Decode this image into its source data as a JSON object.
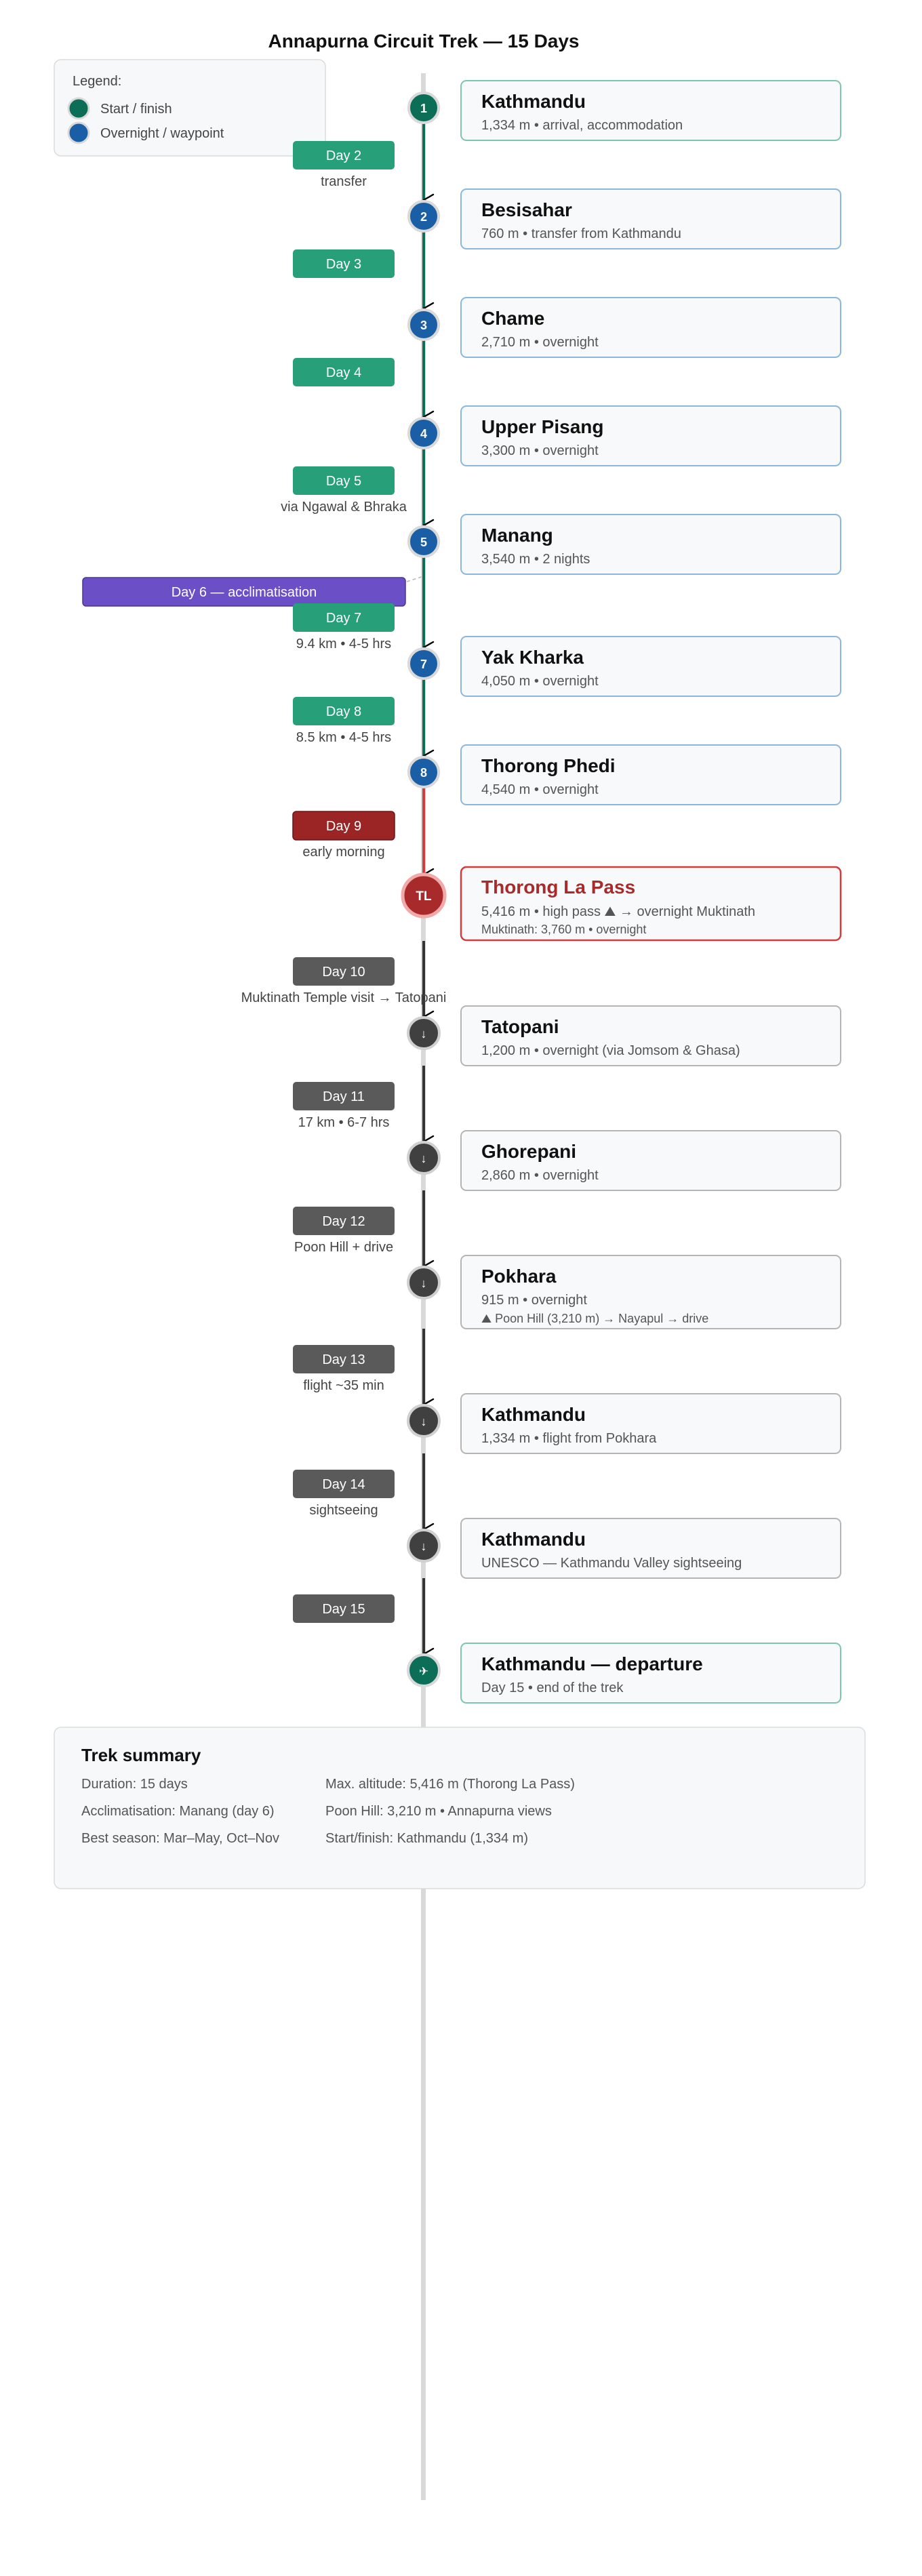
{
  "title": "Annapurna Circuit Trek — 15 Days",
  "legend": {
    "heading": "Legend:",
    "items": [
      {
        "label": "Start / finish",
        "color": "#0d6e57"
      },
      {
        "label": "Overnight / waypoint",
        "color": "#1a5fa5"
      }
    ]
  },
  "colors": {
    "green": "#0d6e57",
    "blue": "#1a5fa5",
    "red": "#a82a2a",
    "dark": "#404040",
    "pill_green": "#27a07a",
    "pill_red": "#9b2424",
    "pill_gray": "#5a5a5a",
    "pill_purple": "#6a4fc6"
  },
  "stops": [
    {
      "marker": "1",
      "type": "start",
      "name": "Kathmandu",
      "detail": "1,334 m • arrival, accommodation"
    },
    {
      "marker": "2",
      "type": "waypoint",
      "name": "Besisahar",
      "detail": "760 m • transfer from Kathmandu"
    },
    {
      "marker": "3",
      "type": "waypoint",
      "name": "Chame",
      "detail": "2,710 m • overnight"
    },
    {
      "marker": "4",
      "type": "waypoint",
      "name": "Upper Pisang",
      "detail": "3,300 m • overnight"
    },
    {
      "marker": "5",
      "type": "waypoint",
      "name": "Manang",
      "detail": "3,540 m • 2 nights"
    },
    {
      "marker": "7",
      "type": "waypoint",
      "name": "Yak Kharka",
      "detail": "4,050 m • overnight"
    },
    {
      "marker": "8",
      "type": "waypoint",
      "name": "Thorong Phedi",
      "detail": "4,540 m • overnight"
    },
    {
      "marker": "TL",
      "type": "pass",
      "name": "Thorong La Pass",
      "detail": "5,416 m • high pass ⛰ → overnight Muktinath",
      "detail2": "Muktinath: 3,760 m • overnight"
    },
    {
      "marker": "↓",
      "type": "descent",
      "name": "Tatopani",
      "detail": "1,200 m • overnight (via Jomsom & Ghasa)"
    },
    {
      "marker": "↓",
      "type": "descent",
      "name": "Ghorepani",
      "detail": "2,860 m • overnight"
    },
    {
      "marker": "↓",
      "type": "descent",
      "name": "Pokhara",
      "detail": "915 m • overnight",
      "detail2": "⛰ Poon Hill (3,210 m) → Nayapul → drive"
    },
    {
      "marker": "↓",
      "type": "descent",
      "name": "Kathmandu",
      "detail": "1,334 m • flight from Pokhara"
    },
    {
      "marker": "↓",
      "type": "descent",
      "name": "Kathmandu",
      "detail": "UNESCO — Kathmandu Valley sightseeing"
    },
    {
      "marker": "✈",
      "type": "finish",
      "name": "Kathmandu — departure",
      "detail": "Day 15 • end of the trek"
    }
  ],
  "days": [
    {
      "label": "Day 2",
      "note": "transfer",
      "style": "green"
    },
    {
      "label": "Day 3",
      "note": "",
      "style": "green"
    },
    {
      "label": "Day 4",
      "note": "",
      "style": "green"
    },
    {
      "label": "Day 5",
      "note": "via Ngawal & Bhraka",
      "style": "green"
    },
    {
      "label": "Day 7",
      "note": "9.4 km • 4-5 hrs",
      "style": "green"
    },
    {
      "label": "Day 8",
      "note": "8.5 km • 4-5 hrs",
      "style": "green"
    },
    {
      "label": "Day 9",
      "note": "early morning",
      "style": "red"
    },
    {
      "label": "Day 10",
      "note": "Muktinath Temple visit → Tatopani",
      "style": "gray"
    },
    {
      "label": "Day 11",
      "note": "17 km • 6-7 hrs",
      "style": "gray"
    },
    {
      "label": "Day 12",
      "note": "Poon Hill + drive",
      "style": "gray"
    },
    {
      "label": "Day 13",
      "note": "flight ~35 min",
      "style": "gray"
    },
    {
      "label": "Day 14",
      "note": "sightseeing",
      "style": "gray"
    },
    {
      "label": "Day 15",
      "note": "",
      "style": "gray"
    }
  ],
  "acclimatisation": {
    "label": "Day 6 — acclimatisation"
  },
  "summary": {
    "title": "Trek summary",
    "left": [
      "Duration: 15 days",
      "Acclimatisation: Manang (day 6)",
      "Best season: Mar–May, Oct–Nov"
    ],
    "right": [
      "Max. altitude: 5,416 m (Thorong La Pass)",
      "Poon Hill: 3,210 m • Annapurna views",
      "Start/finish: Kathmandu (1,334 m)"
    ]
  }
}
